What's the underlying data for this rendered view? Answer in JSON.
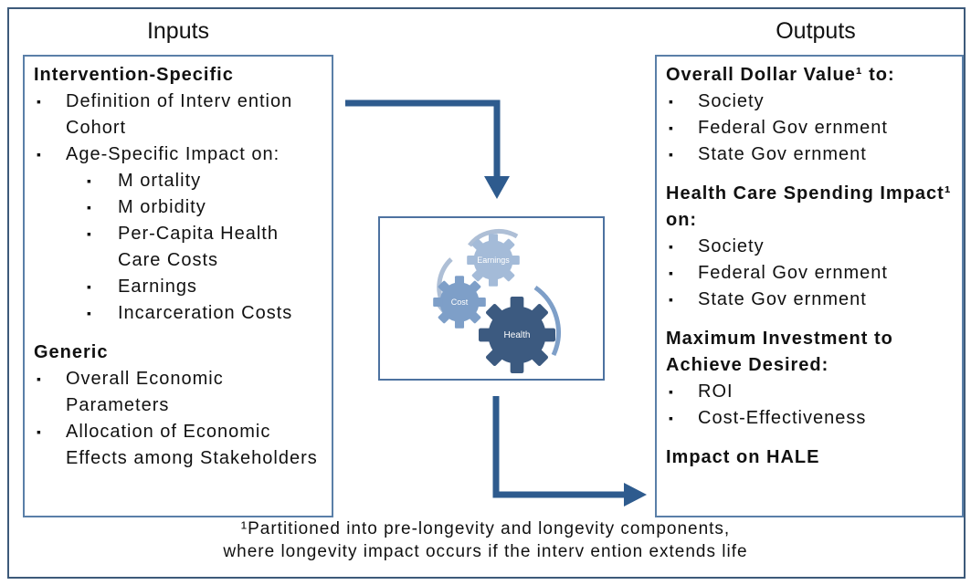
{
  "inputs": {
    "title": "Inputs",
    "specific_heading": "Intervention-Specific",
    "specific_items": [
      "Definition of Interv ention Cohort",
      "Age-Specific Impact on:"
    ],
    "age_impacts": [
      "M ortality",
      "M orbidity",
      "Per-Capita Health Care Costs",
      "Earnings",
      "Incarceration Costs"
    ],
    "generic_heading": "Generic",
    "generic_items": [
      "Overall Economic Parameters",
      "Allocation of Economic Effects among Stakeholders"
    ]
  },
  "outputs": {
    "title": "Outputs",
    "dollar_heading": "Overall Dollar Value¹ to:",
    "dollar_items": [
      "Society",
      "Federal Gov ernment",
      "State Gov ernment"
    ],
    "health_heading": "Health Care Spending Impact¹ on:",
    "health_items": [
      "Society",
      "Federal Gov ernment",
      "State Gov ernment"
    ],
    "investment_heading": "Maximum Investment to Achieve Desired:",
    "investment_items": [
      "ROI",
      "Cost-Effectiveness"
    ],
    "hale_heading": "Impact on HALE"
  },
  "gears": {
    "earnings_label": "Earnings",
    "cost_label": "Cost",
    "health_label": "Health"
  },
  "footnote": {
    "line1": "¹Partitioned into pre-longevity and longevity components,",
    "line2": "where longevity impact occurs if the interv ention extends life"
  },
  "colors": {
    "arrow": "#2e5b8e",
    "border": "#5a7fa8",
    "gear_dark": "#3c5a80",
    "gear_light": "#7e9fc8"
  }
}
